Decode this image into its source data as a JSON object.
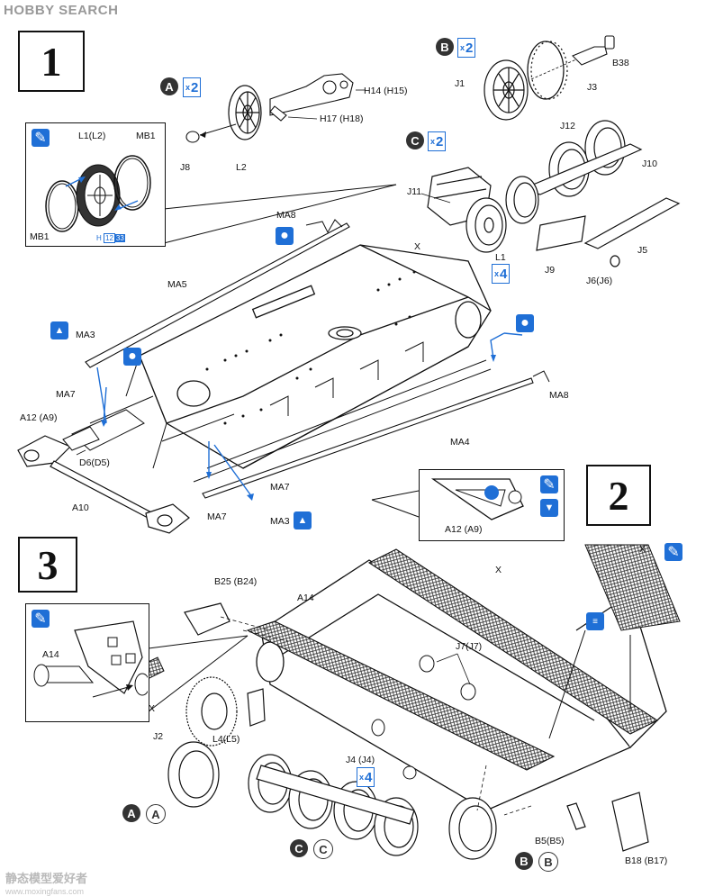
{
  "watermark_top": "HOBBY SEARCH",
  "watermark_bottom": "静态模型爱好者",
  "watermark_url": "www.moxingfans.com",
  "colors": {
    "blue": "#1f6fd6",
    "line": "#111111"
  },
  "steps": {
    "s1": "1",
    "s2": "2",
    "s3": "3"
  },
  "assemblies": {
    "A": {
      "letter": "A",
      "qty": "2",
      "x": "x"
    },
    "B": {
      "letter": "B",
      "qty": "2",
      "x": "x"
    },
    "C": {
      "letter": "C",
      "qty": "2",
      "x": "x"
    }
  },
  "parts": {
    "H14": "H14 (H15)",
    "H17": "H17 (H18)",
    "J8": "J8",
    "L2": "L2",
    "J1": "J1",
    "J3": "J3",
    "B38": "B38",
    "J12": "J12",
    "J10": "J10",
    "J11": "J11",
    "L1": "L1",
    "J9": "J9",
    "J5": "J5",
    "J6": "J6(J6)",
    "L1L2": "L1(L2)",
    "MB1a": "MB1",
    "MB1b": "MB1",
    "H12": "H",
    "H12n": "12",
    "H33": "33",
    "MA8a": "MA8",
    "MA8b": "MA8",
    "X1": "X",
    "MA5": "MA5",
    "MA3a": "MA3",
    "MA3b": "MA3",
    "MA7a": "MA7",
    "MA7b": "MA7",
    "MA7c": "MA7",
    "A12": "A12 (A9)",
    "D6": "D6(D5)",
    "A10": "A10",
    "MA4": "MA4",
    "A12b": "A12 (A9)",
    "B25": "B25 (B24)",
    "A14a": "A14",
    "X2": "X",
    "J7": "J7(J7)",
    "A14b": "A14",
    "Xc": "X",
    "J2": "J2",
    "L4": "L4(L5)",
    "J4": "J4 (J4)",
    "B5": "B5(B5)",
    "B18": "B18 (B17)",
    "Xd": "X"
  },
  "qty_L1": {
    "x": "x",
    "n": "4"
  },
  "qty_J4": {
    "x": "x",
    "n": "4"
  },
  "callouts": {
    "A": "A",
    "Apar": "A",
    "B": "B",
    "Bpar": "B",
    "C": "C",
    "Cpar": "C"
  },
  "icons": [
    "glue-brush-icon",
    "cement-drop-icon",
    "flip-over-icon",
    "photo-etch-icon"
  ]
}
